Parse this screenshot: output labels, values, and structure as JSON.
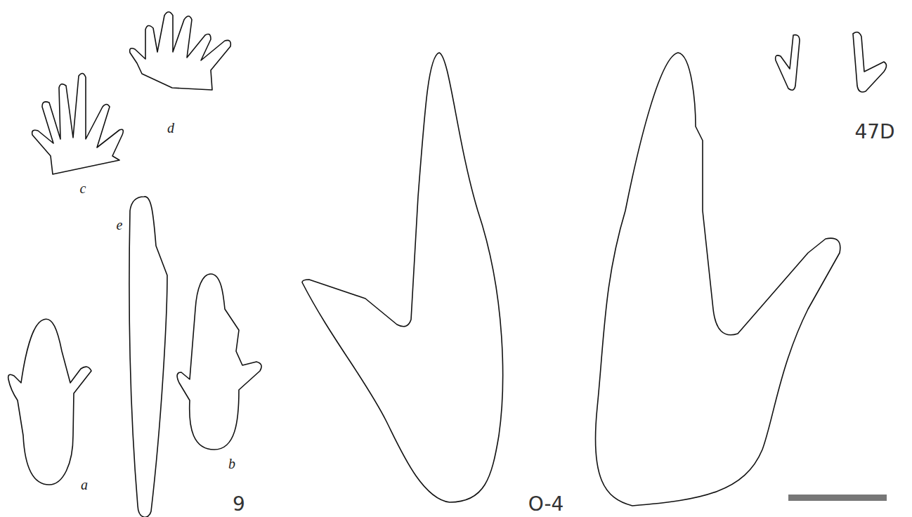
{
  "diagram": {
    "labels": [
      "c",
      "d",
      "e",
      "a",
      "b",
      "9",
      "O-4",
      "47D"
    ]
  }
}
